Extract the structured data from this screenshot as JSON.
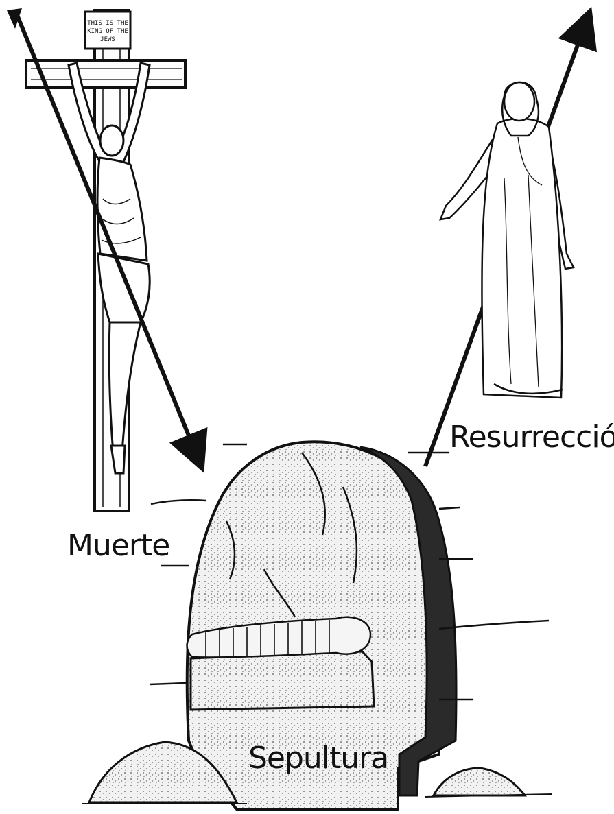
{
  "diagram": {
    "labels": {
      "death": "Muerte",
      "burial": "Sepultura",
      "resurrection": "Resurrección"
    },
    "cross_sign_text": "THIS IS THE KING OF THE JEWS",
    "line_color": "#111111",
    "background": "#ffffff"
  }
}
